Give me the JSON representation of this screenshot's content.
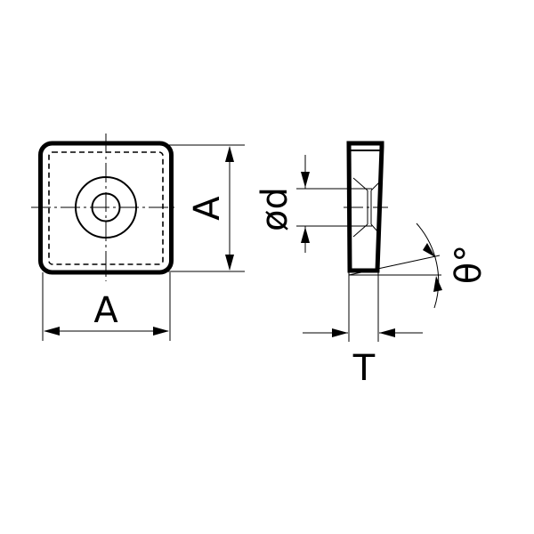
{
  "labels": {
    "width_bottom": "A",
    "width_side": "A",
    "hole_diameter": "ød",
    "angle": "θ°",
    "thickness": "T"
  }
}
